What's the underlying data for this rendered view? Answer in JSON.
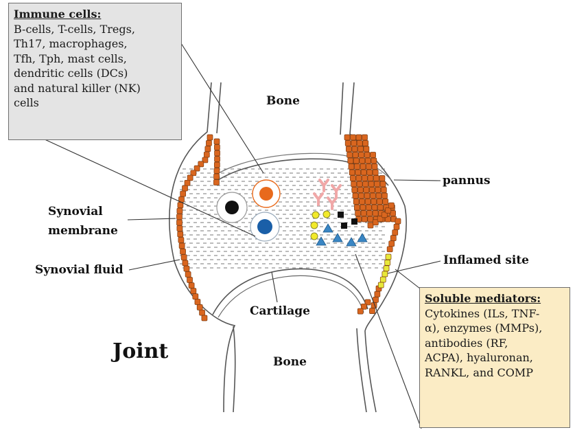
{
  "immune_box": {
    "heading": "Immune cells:",
    "body": "B-cells, T-cells, Tregs,\nTh17, macrophages,\nTfh, Tph, mast cells,\ndendritic cells (DCs)\nand natural killer  (NK)\ncells"
  },
  "soluble_box": {
    "heading": "Soluble mediators:",
    "body": "Cytokines (ILs, TNF-\nα), enzymes (MMPs),\nantibodies (RF,\nACPA), hyaluronan,\nRANKL, and COMP"
  },
  "labels": {
    "bone_top": "Bone",
    "bone_bottom": "Bone",
    "pannus": "pannus",
    "synovial_membrane": "Synovial\nmembrane",
    "synovial_fluid": "Synovial fluid",
    "inflamed_site": "Inflamed site",
    "cartilage": "Cartilage",
    "joint": "Joint"
  },
  "colors": {
    "synovial_block": "#d9661f",
    "inflamed_block": "#e8e83a",
    "macrophage_cell": "#e86a1c",
    "b_cell": "#1a5fa8",
    "t_cell": "#111111",
    "antibody": "#f0a8a8",
    "mediator_circle": "#f2ea2a",
    "mediator_triangle": "#3a86c4",
    "mediator_square": "#111111",
    "immune_box_bg": "#e4e4e4",
    "soluble_box_bg": "#fbecc5"
  }
}
